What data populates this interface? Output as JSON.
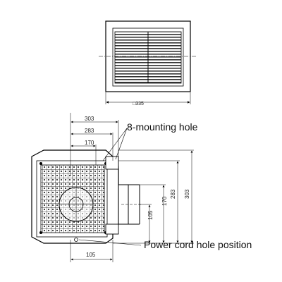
{
  "top_view": {
    "size_label": "□335"
  },
  "plan_view": {
    "dims_horizontal": [
      "303",
      "283",
      "170",
      "105"
    ],
    "dims_vertical": [
      "303",
      "283",
      "170",
      "105"
    ],
    "callouts": {
      "mounting_hole": "8-mounting hole",
      "power_cord": "Power cord  hole position"
    }
  }
}
